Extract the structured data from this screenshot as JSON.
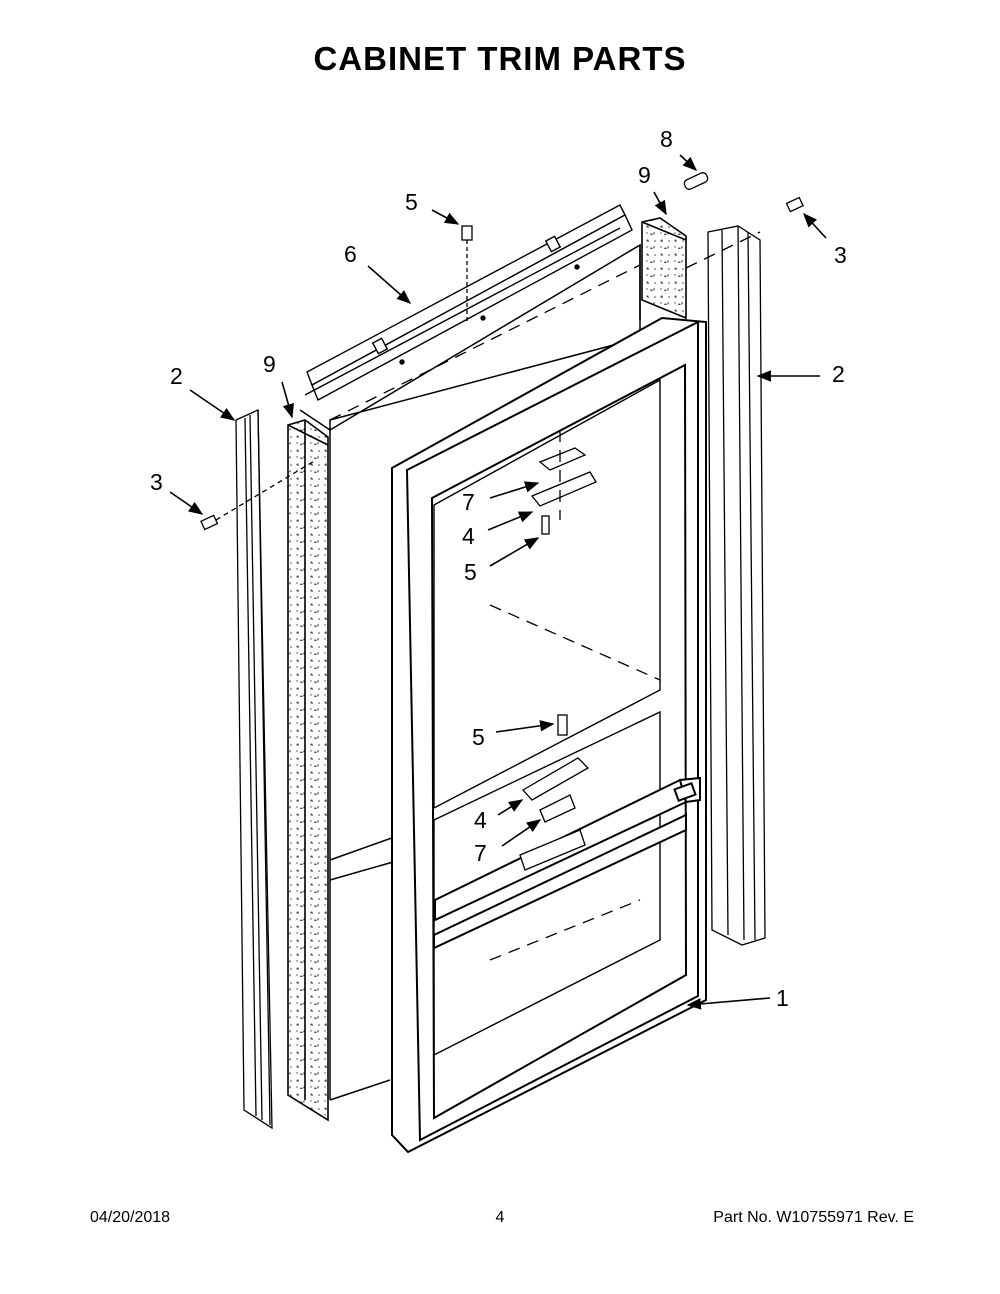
{
  "title": "CABINET TRIM PARTS",
  "callouts": {
    "c8": "8",
    "c9_top": "9",
    "c5_top": "5",
    "c3_right": "3",
    "c6": "6",
    "c2_left": "2",
    "c9_left": "9",
    "c2_right": "2",
    "c3_left": "3",
    "c7_upper": "7",
    "c4_upper": "4",
    "c5_upper": "5",
    "c5_lower": "5",
    "c4_lower": "4",
    "c7_lower": "7",
    "c1": "1"
  },
  "footer": {
    "date": "04/20/2018",
    "page": "4",
    "part": "Part No.  W10755971  Rev.  E"
  }
}
